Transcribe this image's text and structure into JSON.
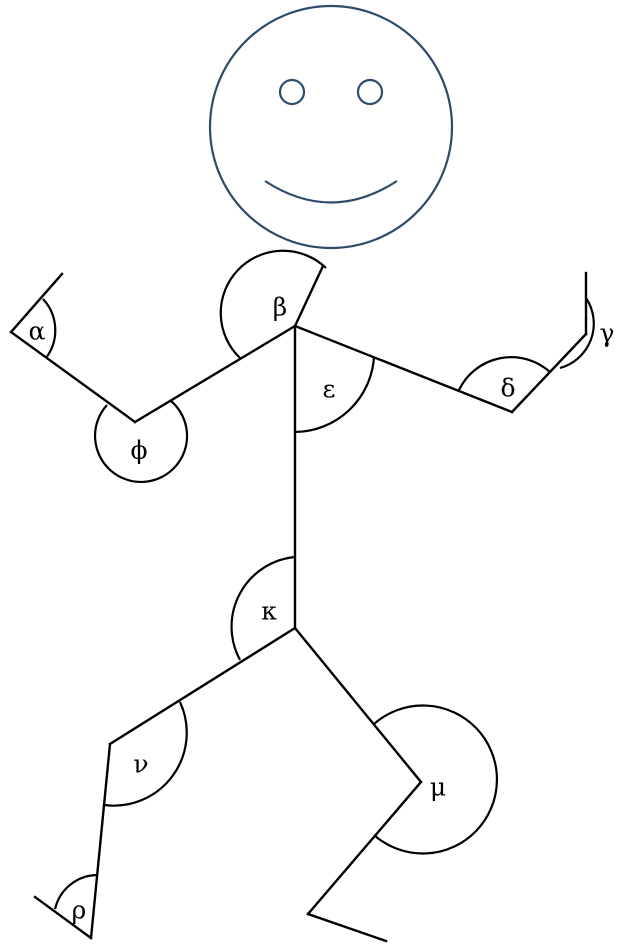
{
  "angle_labels": {
    "alpha": "α",
    "beta": "β",
    "gamma": "γ",
    "delta": "δ",
    "epsilon": "ε",
    "phi": "ϕ",
    "kappa": "κ",
    "nu": "ν",
    "mu": "μ",
    "rho": "ρ"
  },
  "colors": {
    "head_stroke": "#2f4a6b",
    "limb_stroke": "#000000",
    "background": "#ffffff"
  }
}
